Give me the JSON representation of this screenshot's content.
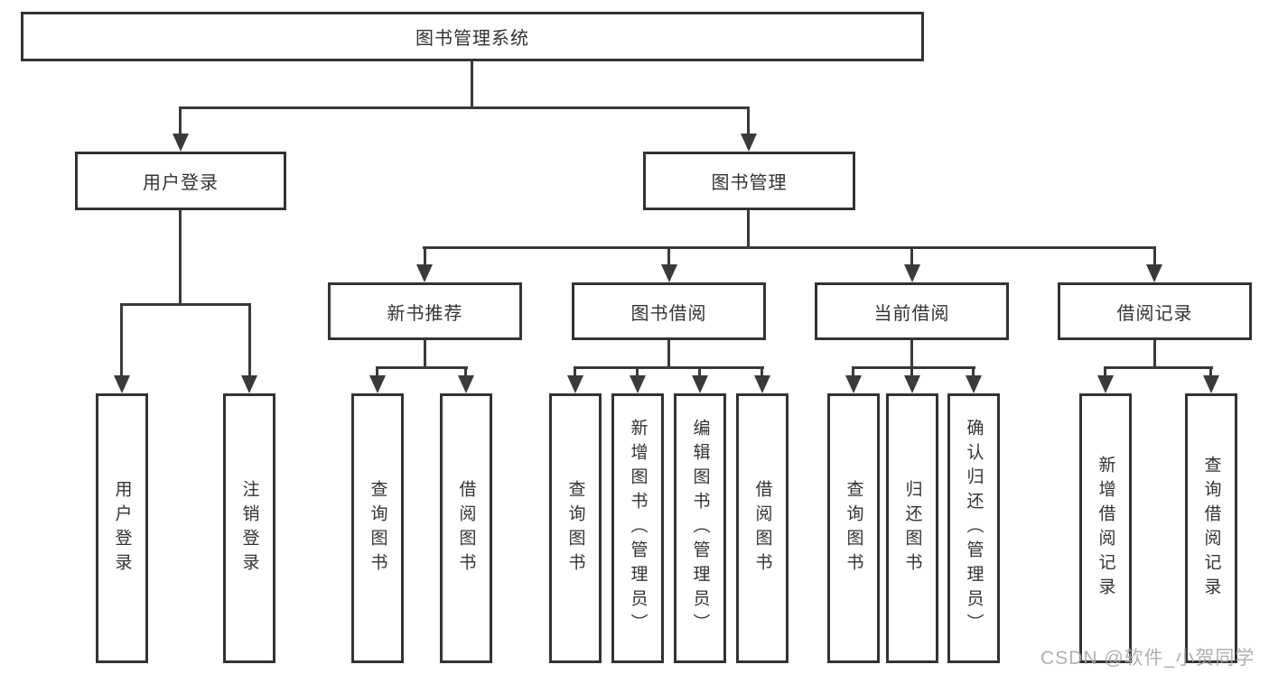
{
  "diagram": {
    "root": "图书管理系统",
    "level2": [
      "用户登录",
      "图书管理"
    ],
    "level3": [
      "新书推荐",
      "图书借阅",
      "当前借阅",
      "借阅记录"
    ],
    "children": {
      "user_login": [
        "用户登录",
        "注销登录"
      ],
      "new_books": [
        "查询图书",
        "借阅图书"
      ],
      "book_borrowing": [
        "查询图书",
        "新增图书（管理员）",
        "编辑图书（管理员）",
        "借阅图书"
      ],
      "current_borrowing": [
        "查询图书",
        "归还图书",
        "确认归还（管理员）"
      ],
      "borrowing_records": [
        "新增借阅记录",
        "查询借阅记录"
      ]
    }
  },
  "watermark": "CSDN @软件_小贺同学",
  "colors": {
    "background": "#ffffff",
    "box_border": "#333333",
    "box_fill": "#ffffff",
    "line": "#3a3a3a",
    "text": "#333333",
    "watermark_text": "#a8a8ab"
  }
}
